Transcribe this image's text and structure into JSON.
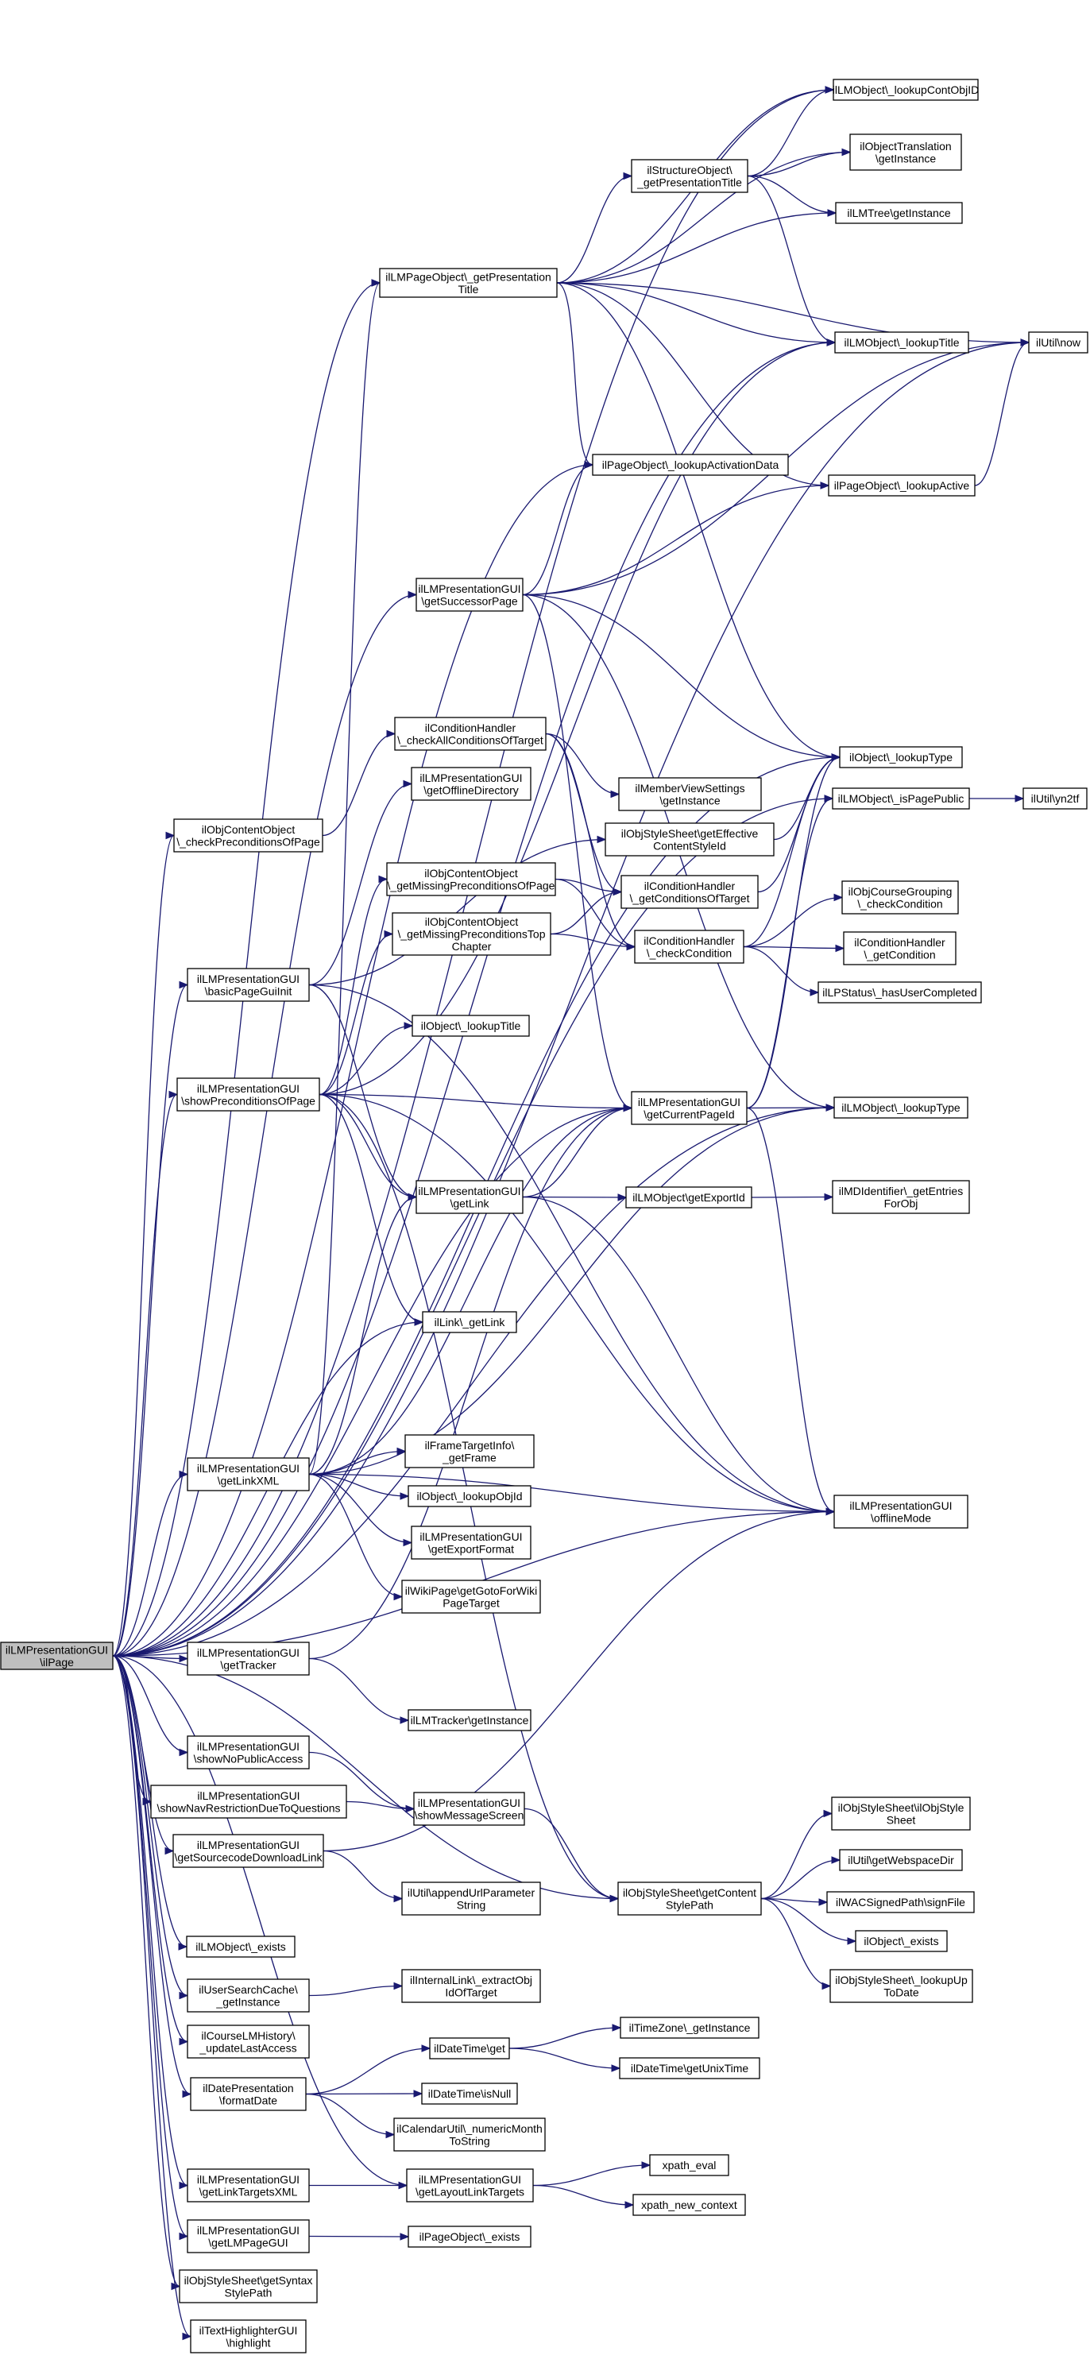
{
  "graph": {
    "root": "page",
    "nodes": [
      {
        "id": "page",
        "lines": [
          "ilLMPresentationGUI",
          "\\ilPage"
        ],
        "root": true
      },
      {
        "id": "getPresentationTitle",
        "lines": [
          "ilLMPageObject\\_getPresentation",
          "Title"
        ]
      },
      {
        "id": "lookupContObjID",
        "lines": [
          "ilLMObject\\_lookupContObjID"
        ]
      },
      {
        "id": "structPresTitle",
        "lines": [
          "ilStructureObject\\",
          "_getPresentationTitle"
        ]
      },
      {
        "id": "objTranslation",
        "lines": [
          "ilObjectTranslation",
          "\\getInstance"
        ]
      },
      {
        "id": "lmTreeInstance",
        "lines": [
          "ilLMTree\\getInstance"
        ]
      },
      {
        "id": "utilNow",
        "lines": [
          "ilUtil\\now"
        ]
      },
      {
        "id": "lmLookupTitle",
        "lines": [
          "ilLMObject\\_lookupTitle"
        ]
      },
      {
        "id": "lookupActivationData",
        "lines": [
          "ilPageObject\\_lookupActivationData"
        ]
      },
      {
        "id": "lookupActive",
        "lines": [
          "ilPageObject\\_lookupActive"
        ]
      },
      {
        "id": "successorPage",
        "lines": [
          "ilLMPresentationGUI",
          "\\getSuccessorPage"
        ]
      },
      {
        "id": "checkPrecPage",
        "lines": [
          "ilObjContentObject",
          "\\_checkPreconditionsOfPage"
        ]
      },
      {
        "id": "checkAllCond",
        "lines": [
          "ilConditionHandler",
          "\\_checkAllConditionsOfTarget"
        ]
      },
      {
        "id": "offlineDir",
        "lines": [
          "ilLMPresentationGUI",
          "\\getOfflineDirectory"
        ]
      },
      {
        "id": "memberView",
        "lines": [
          "ilMemberViewSettings",
          "\\getInstance"
        ]
      },
      {
        "id": "objLookupType",
        "lines": [
          "ilObject\\_lookupType"
        ]
      },
      {
        "id": "isPagePublic",
        "lines": [
          "ilLMObject\\_isPagePublic"
        ]
      },
      {
        "id": "yn2tf",
        "lines": [
          "ilUtil\\yn2tf"
        ]
      },
      {
        "id": "effContentStyle",
        "lines": [
          "ilObjStyleSheet\\getEffective",
          "ContentStyleId"
        ]
      },
      {
        "id": "missingPrecPage",
        "lines": [
          "ilObjContentObject",
          "\\_getMissingPreconditionsOfPage"
        ]
      },
      {
        "id": "condOfTarget",
        "lines": [
          "ilConditionHandler",
          "\\_getConditionsOfTarget"
        ]
      },
      {
        "id": "missingPrecTop",
        "lines": [
          "ilObjContentObject",
          "\\_getMissingPreconditionsTop",
          "Chapter"
        ]
      },
      {
        "id": "courseGrouping",
        "lines": [
          "ilObjCourseGrouping",
          "\\_checkCondition"
        ]
      },
      {
        "id": "checkCondition",
        "lines": [
          "ilConditionHandler",
          "\\_checkCondition"
        ]
      },
      {
        "id": "getCondition",
        "lines": [
          "ilConditionHandler",
          "\\_getCondition"
        ]
      },
      {
        "id": "basicPageGuiInit",
        "lines": [
          "ilLMPresentationGUI",
          "\\basicPageGuiInit"
        ]
      },
      {
        "id": "lpStatus",
        "lines": [
          "ilLPStatus\\_hasUserCompleted"
        ]
      },
      {
        "id": "objLookupTitle",
        "lines": [
          "ilObject\\_lookupTitle"
        ]
      },
      {
        "id": "showPrec",
        "lines": [
          "ilLMPresentationGUI",
          "\\showPreconditionsOfPage"
        ]
      },
      {
        "id": "currentPageId",
        "lines": [
          "ilLMPresentationGUI",
          "\\getCurrentPageId"
        ]
      },
      {
        "id": "lmLookupType",
        "lines": [
          "ilLMObject\\_lookupType"
        ]
      },
      {
        "id": "getLink",
        "lines": [
          "ilLMPresentationGUI",
          "\\getLink"
        ]
      },
      {
        "id": "exportId",
        "lines": [
          "ilLMObject\\getExportId"
        ]
      },
      {
        "id": "mdIdentifier",
        "lines": [
          "ilMDIdentifier\\_getEntries",
          "ForObj"
        ]
      },
      {
        "id": "linkGetLink",
        "lines": [
          "ilLink\\_getLink"
        ]
      },
      {
        "id": "frameTarget",
        "lines": [
          "ilFrameTargetInfo\\",
          "_getFrame"
        ]
      },
      {
        "id": "linkXML",
        "lines": [
          "ilLMPresentationGUI",
          "\\getLinkXML"
        ]
      },
      {
        "id": "offlineMode",
        "lines": [
          "ilLMPresentationGUI",
          "\\offlineMode"
        ]
      },
      {
        "id": "lookupObjId",
        "lines": [
          "ilObject\\_lookupObjId"
        ]
      },
      {
        "id": "exportFormat",
        "lines": [
          "ilLMPresentationGUI",
          "\\getExportFormat"
        ]
      },
      {
        "id": "wikiGoto",
        "lines": [
          "ilWikiPage\\getGotoForWiki",
          "PageTarget"
        ]
      },
      {
        "id": "getTracker",
        "lines": [
          "ilLMPresentationGUI",
          "\\getTracker"
        ]
      },
      {
        "id": "trackerInstance",
        "lines": [
          "ilLMTracker\\getInstance"
        ]
      },
      {
        "id": "noPublicAccess",
        "lines": [
          "ilLMPresentationGUI",
          "\\showNoPublicAccess"
        ]
      },
      {
        "id": "navRestriction",
        "lines": [
          "ilLMPresentationGUI",
          "\\showNavRestrictionDueToQuestions"
        ]
      },
      {
        "id": "messageScreen",
        "lines": [
          "ilLMPresentationGUI",
          "\\showMessageScreen"
        ]
      },
      {
        "id": "styleSheetCtor",
        "lines": [
          "ilObjStyleSheet\\ilObjStyle",
          "Sheet"
        ]
      },
      {
        "id": "sourceDownload",
        "lines": [
          "ilLMPresentationGUI",
          "\\getSourcecodeDownloadLink"
        ]
      },
      {
        "id": "webspaceDir",
        "lines": [
          "ilUtil\\getWebspaceDir"
        ]
      },
      {
        "id": "appendUrl",
        "lines": [
          "ilUtil\\appendUrlParameter",
          "String"
        ]
      },
      {
        "id": "contentStylePath",
        "lines": [
          "ilObjStyleSheet\\getContent",
          "StylePath"
        ]
      },
      {
        "id": "signFile",
        "lines": [
          "ilWACSignedPath\\signFile"
        ]
      },
      {
        "id": "objExists",
        "lines": [
          "ilObject\\_exists"
        ]
      },
      {
        "id": "lmExists",
        "lines": [
          "ilLMObject\\_exists"
        ]
      },
      {
        "id": "lookupToDate",
        "lines": [
          "ilObjStyleSheet\\_lookupUp",
          "ToDate"
        ]
      },
      {
        "id": "userSearch",
        "lines": [
          "ilUserSearchCache\\",
          "_getInstance"
        ]
      },
      {
        "id": "extractObjId",
        "lines": [
          "ilInternalLink\\_extractObj",
          "IdOfTarget"
        ]
      },
      {
        "id": "courseHistory",
        "lines": [
          "ilCourseLMHistory\\",
          "_updateLastAccess"
        ]
      },
      {
        "id": "timeZone",
        "lines": [
          "ilTimeZone\\_getInstance"
        ]
      },
      {
        "id": "dateGet",
        "lines": [
          "ilDateTime\\get"
        ]
      },
      {
        "id": "formatDate",
        "lines": [
          "ilDatePresentation",
          "\\formatDate"
        ]
      },
      {
        "id": "unixTime",
        "lines": [
          "ilDateTime\\getUnixTime"
        ]
      },
      {
        "id": "isNull",
        "lines": [
          "ilDateTime\\isNull"
        ]
      },
      {
        "id": "numericMonth",
        "lines": [
          "ilCalendarUtil\\_numericMonth",
          "ToString"
        ]
      },
      {
        "id": "xpathEval",
        "lines": [
          "xpath_eval"
        ]
      },
      {
        "id": "linkTargetsXML",
        "lines": [
          "ilLMPresentationGUI",
          "\\getLinkTargetsXML"
        ]
      },
      {
        "id": "layoutLinkTargets",
        "lines": [
          "ilLMPresentationGUI",
          "\\getLayoutLinkTargets"
        ]
      },
      {
        "id": "xpathNewContext",
        "lines": [
          "xpath_new_context"
        ]
      },
      {
        "id": "lmPageGUI",
        "lines": [
          "ilLMPresentationGUI",
          "\\getLMPageGUI"
        ]
      },
      {
        "id": "pageExists",
        "lines": [
          "ilPageObject\\_exists"
        ]
      },
      {
        "id": "syntaxStylePath",
        "lines": [
          "ilObjStyleSheet\\getSyntax",
          "StylePath"
        ]
      },
      {
        "id": "highlight",
        "lines": [
          "ilTextHighlighterGUI",
          "\\highlight"
        ]
      }
    ]
  }
}
